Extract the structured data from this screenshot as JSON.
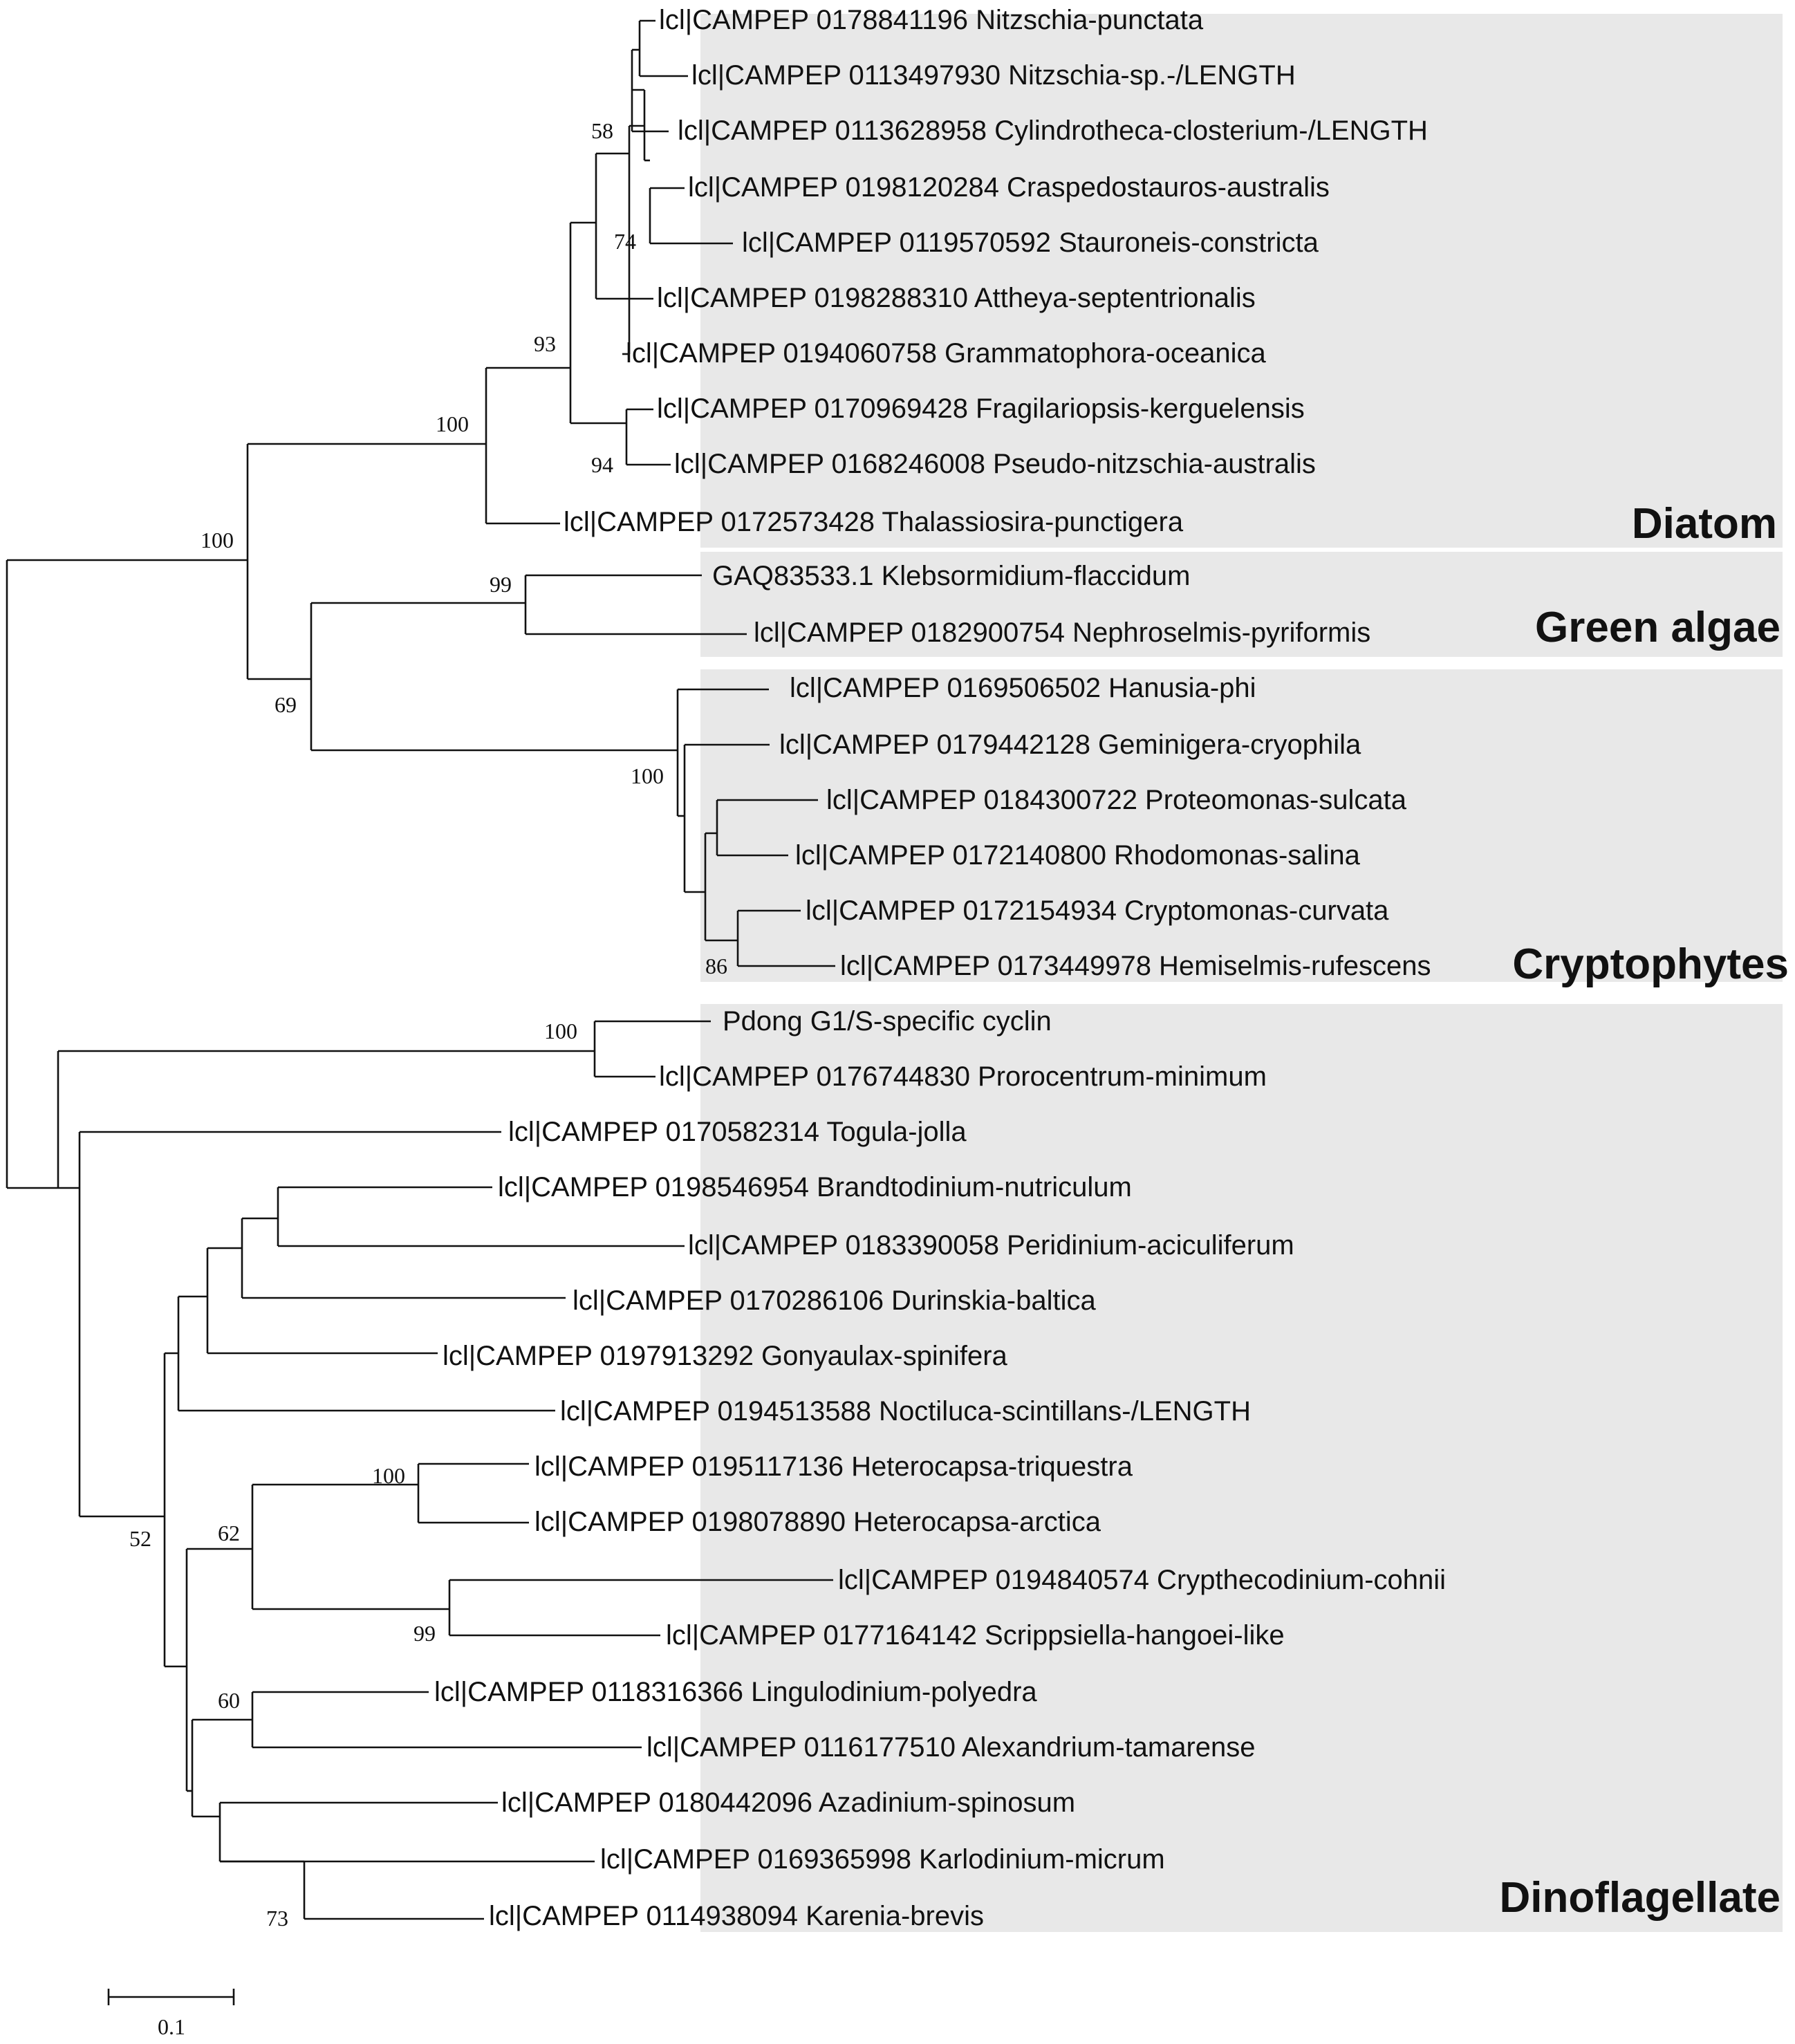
{
  "colors": {
    "clade_background": "#e8e8e8",
    "lines": "#111111",
    "background": "#ffffff"
  },
  "taxa": [
    "lcl|CAMPEP 0178841196 Nitzschia-punctata",
    "lcl|CAMPEP 0113497930 Nitzschia-sp.-/LENGTH",
    "lcl|CAMPEP 0113628958 Cylindrotheca-closterium-/LENGTH",
    "lcl|CAMPEP 0198120284 Craspedostauros-australis",
    "lcl|CAMPEP 0119570592 Stauroneis-constricta",
    "lcl|CAMPEP 0198288310 Attheya-septentrionalis",
    "lcl|CAMPEP 0194060758 Grammatophora-oceanica",
    "lcl|CAMPEP 0170969428 Fragilariopsis-kerguelensis",
    "lcl|CAMPEP 0168246008 Pseudo-nitzschia-australis",
    "lcl|CAMPEP 0172573428 Thalassiosira-punctigera",
    "GAQ83533.1 Klebsormidium-flaccidum",
    "lcl|CAMPEP 0182900754 Nephroselmis-pyriformis",
    "lcl|CAMPEP 0169506502 Hanusia-phi",
    "lcl|CAMPEP 0179442128 Geminigera-cryophila",
    "lcl|CAMPEP 0184300722 Proteomonas-sulcata",
    "lcl|CAMPEP 0172140800 Rhodomonas-salina",
    "lcl|CAMPEP 0172154934 Cryptomonas-curvata",
    "lcl|CAMPEP 0173449978 Hemiselmis-rufescens",
    "Pdong G1/S-specific cyclin",
    "lcl|CAMPEP 0176744830 Prorocentrum-minimum",
    "lcl|CAMPEP 0170582314 Togula-jolla",
    "lcl|CAMPEP 0198546954 Brandtodinium-nutriculum",
    "lcl|CAMPEP 0183390058 Peridinium-aciculiferum",
    "lcl|CAMPEP 0170286106 Durinskia-baltica",
    "lcl|CAMPEP 0197913292 Gonyaulax-spinifera",
    "lcl|CAMPEP 0194513588 Noctiluca-scintillans-/LENGTH",
    "lcl|CAMPEP 0195117136 Heterocapsa-triquestra",
    "lcl|CAMPEP 0198078890 Heterocapsa-arctica",
    "lcl|CAMPEP 0194840574 Crypthecodinium-cohnii",
    "lcl|CAMPEP 0177164142 Scrippsiella-hangoei-like",
    "lcl|CAMPEP 0118316366 Lingulodinium-polyedra",
    "lcl|CAMPEP 0116177510 Alexandrium-tamarense",
    "lcl|CAMPEP 0180442096 Azadinium-spinosum",
    "lcl|CAMPEP 0169365998 Karlodinium-micrum",
    "lcl|CAMPEP 0114938094 Karenia-brevis"
  ],
  "clades": [
    "Diatom",
    "Green algae",
    "Cryptophytes",
    "Dinoflagellate"
  ],
  "bootstrap_values": [
    "58",
    "74",
    "93",
    "94",
    "100",
    "100",
    "99",
    "69",
    "100",
    "86",
    "100",
    "52",
    "100",
    "62",
    "99",
    "60",
    "73"
  ],
  "scale_bar": {
    "label": "0.1"
  }
}
